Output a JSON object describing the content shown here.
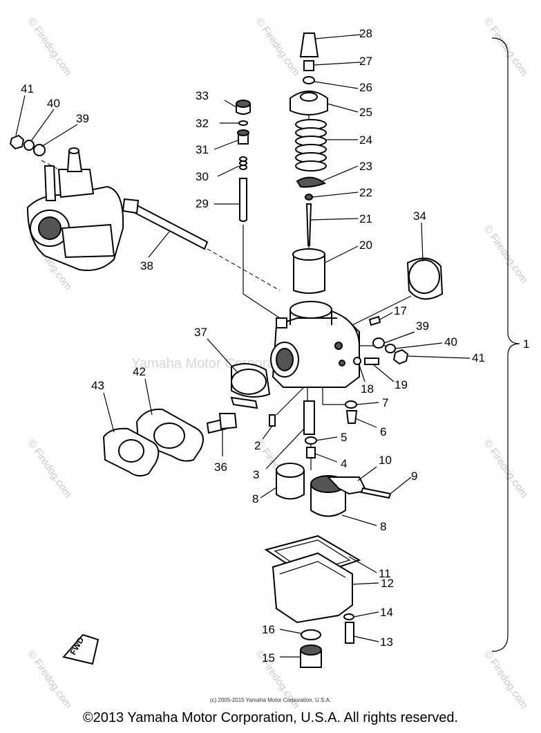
{
  "watermark": {
    "site": "© Firedog.com",
    "overlay": "Yamaha Motor Corporation, U.S.A."
  },
  "callouts": [
    "1",
    "2",
    "3",
    "4",
    "5",
    "6",
    "7",
    "8",
    "8",
    "9",
    "10",
    "11",
    "12",
    "13",
    "14",
    "15",
    "16",
    "17",
    "18",
    "19",
    "20",
    "21",
    "22",
    "23",
    "24",
    "25",
    "26",
    "27",
    "28",
    "29",
    "30",
    "31",
    "32",
    "33",
    "34",
    "36",
    "37",
    "38",
    "39",
    "39",
    "40",
    "40",
    "41",
    "41",
    "42",
    "43"
  ],
  "fwd_marker": "FWD",
  "footer": {
    "sub_copyright": "(c) 2005-2015 Yamaha Motor Corporation, U.S.A.",
    "copyright": "©2013 Yamaha Motor Corporation, U.S.A. All rights reserved."
  }
}
